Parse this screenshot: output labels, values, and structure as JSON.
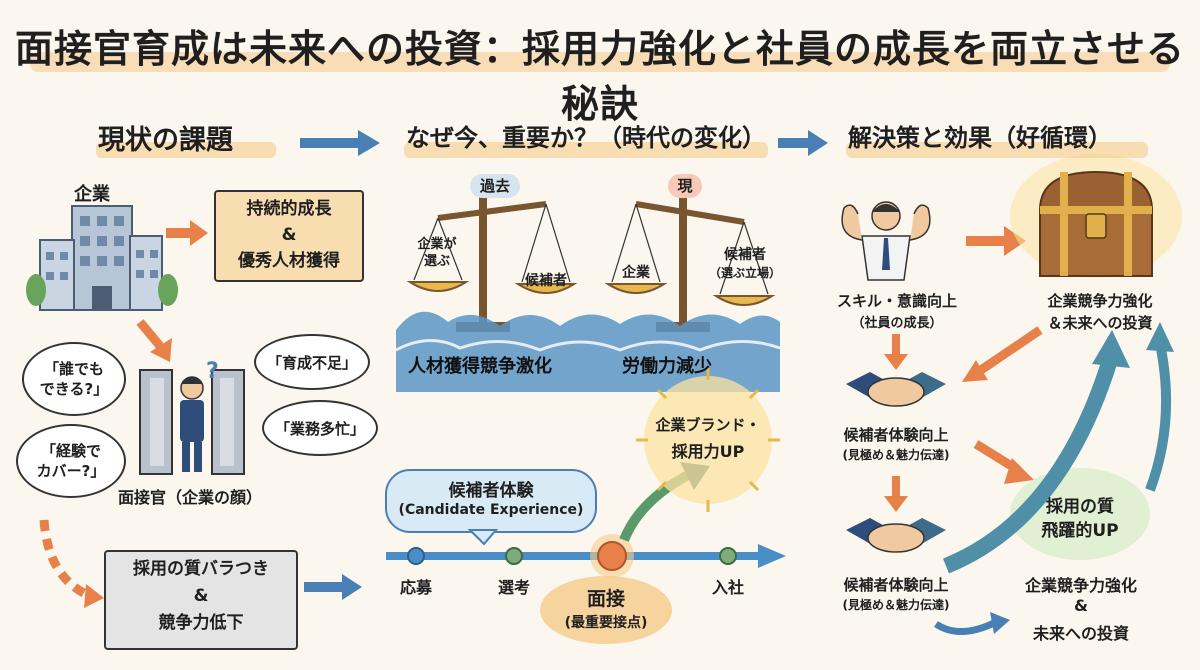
{
  "title": "面接官育成は未来への投資：採用力強化と社員の成長を両立させる秘訣",
  "sections": {
    "current": "現状の課題",
    "why": "なぜ今、重要か？（時代の変化）",
    "solution": "解決策と効果（好循環）"
  },
  "current": {
    "company_label": "企業",
    "goal_line1": "持続的成長",
    "goal_amp": "&",
    "goal_line2": "優秀人材獲得",
    "thought_anyone": "「誰でも\nできる?」",
    "thought_experience": "「経験で\nカバー?」",
    "thought_training": "「育成不足」",
    "thought_busy": "「業務多忙」",
    "interviewer_label": "面接官（企業の顔）",
    "problem_line1": "採用の質バラつき",
    "problem_amp": "&",
    "problem_line2": "競争力低下"
  },
  "why": {
    "past_tag": "過去",
    "now_tag": "現",
    "past_left_pan": "企業が\n選ぶ",
    "past_right_pan": "候補者",
    "now_left_pan": "企業",
    "now_right_pan": "候補者",
    "now_right_sub": "（選ぶ立場）",
    "wave_left": "人材獲得競争激化",
    "wave_right": "労働力減少",
    "cx_line1": "候補者体験",
    "cx_line2": "(Candidate Experience)",
    "brand_line1": "企業ブランド・",
    "brand_line2": "採用力UP",
    "timeline": [
      "応募",
      "選考",
      "面接",
      "入社"
    ],
    "interview_note": "(最重要接点)"
  },
  "solution": {
    "skill_line1": "スキル・意識向上",
    "skill_line2": "（社員の成長）",
    "chest_line1": "企業競争力強化",
    "chest_line2": "＆未来への投資",
    "cx1_line1": "候補者体験向上",
    "cx1_line2": "(見極め＆魅力伝達)",
    "cx2_line1": "候補者体験向上",
    "cx2_line2": "(見極め＆魅力伝達)",
    "quality_line1": "採用の質",
    "quality_line2": "飛躍的UP",
    "final_line1": "企業競争力強化",
    "final_amp": "&",
    "final_line2": "未来への投資"
  },
  "colors": {
    "highlight": "#f6c98a",
    "arrow_blue": "#4a7fb5",
    "arrow_orange": "#e8804a",
    "goal_box": "#f8ddb0",
    "problem_box": "#e4e4e4",
    "wave": "#5b95c4",
    "timeline": "#4a8ec7",
    "node_green": "#7eab7e"
  }
}
